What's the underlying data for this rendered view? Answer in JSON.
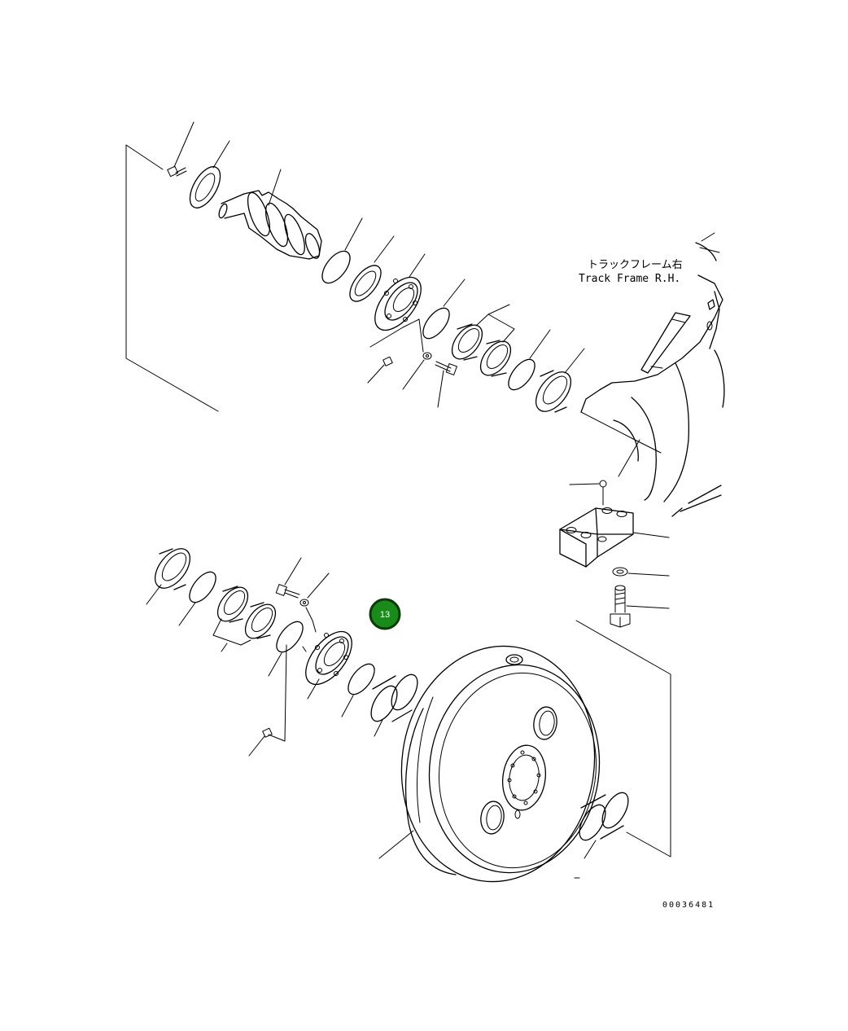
{
  "diagram": {
    "frame_label_jp": "トラックフレーム右",
    "frame_label_en": "Track Frame R.H.",
    "drawing_number": "00036481",
    "callout": {
      "number": "13",
      "color": "#1a8a1a"
    }
  }
}
